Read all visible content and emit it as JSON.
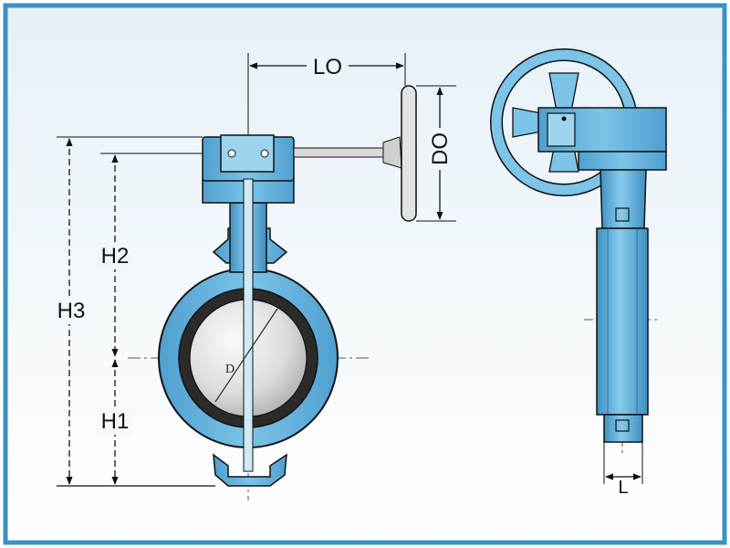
{
  "labels": {
    "lo": "LO",
    "do": "DO",
    "h1": "H1",
    "h2": "H2",
    "h3": "H3",
    "d": "D",
    "l": "L"
  },
  "colors": {
    "frame": "#3a93c4",
    "background_top": "#eef6fa",
    "background_bottom": "#ffffff",
    "steel_blue": "#6db8e0",
    "steel_blue_dark": "#3c86b5",
    "outline": "#111111",
    "liner": "#2a2a2a",
    "disc_light": "#f4f4f4",
    "disc_shade": "#b9b9b9",
    "handwheel": "#d9d9d9",
    "centerline": "#555555"
  }
}
